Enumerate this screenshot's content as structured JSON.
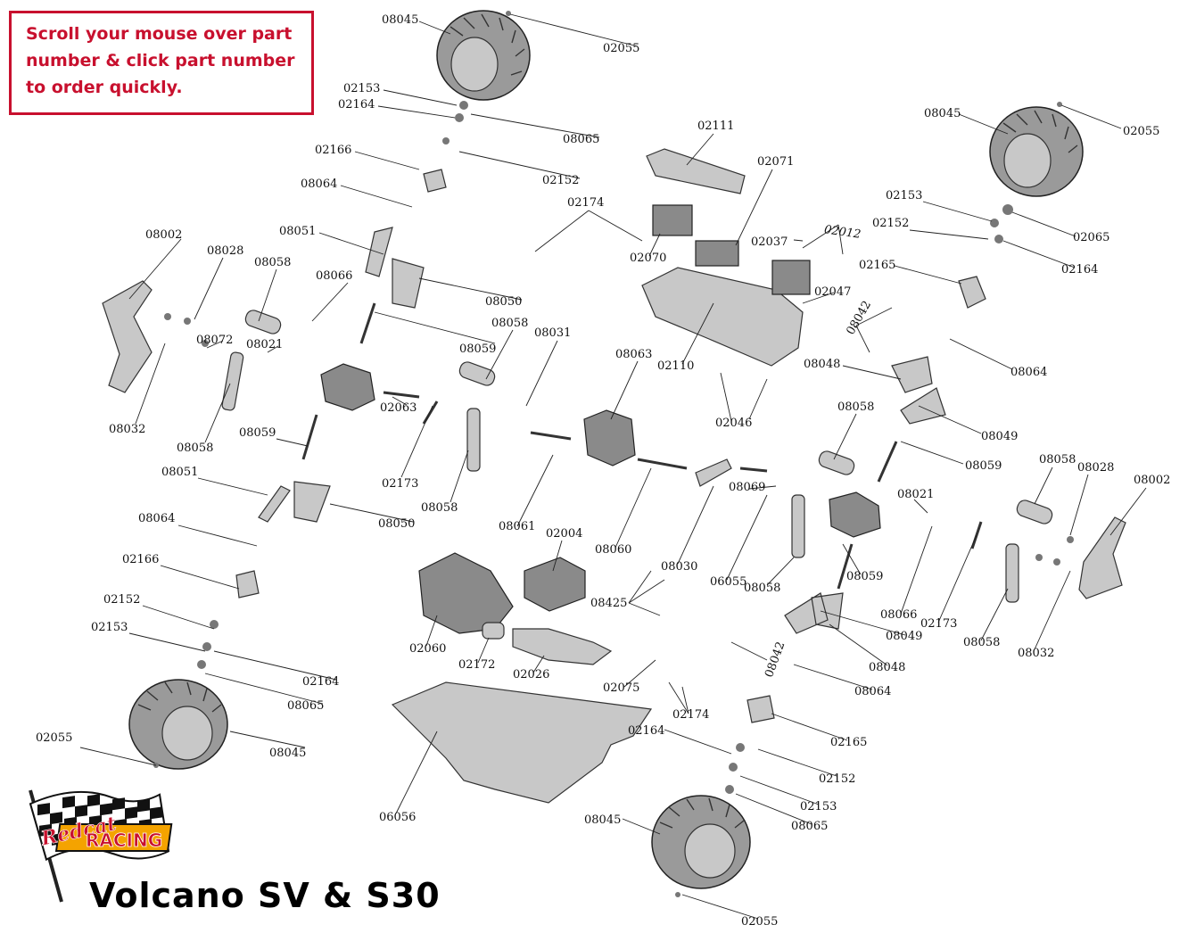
{
  "notice": {
    "line1": "Scroll your mouse over part",
    "line2": "number & click part number",
    "line3": "to order quickly."
  },
  "title": "Volcano SV & S30",
  "logo": {
    "word1": "Redcat",
    "word2": "RACING",
    "icon": "checkered-flag-icon"
  },
  "colors": {
    "accent": "#c8102e",
    "line": "#222222",
    "part_fill": "#c8c8c8"
  },
  "labels": [
    "08045",
    "02055",
    "02153",
    "02164",
    "08065",
    "02166",
    "02152",
    "08064",
    "08051",
    "08050",
    "08002",
    "08028",
    "08058",
    "08066",
    "08072",
    "08021",
    "08032",
    "08058",
    "08059",
    "08058",
    "08031",
    "08063",
    "02063",
    "02173",
    "08058",
    "08059",
    "08051",
    "08050",
    "08064",
    "02166",
    "02152",
    "02153",
    "02164",
    "08065",
    "02055",
    "08045",
    "02111",
    "02071",
    "02174",
    "02070",
    "02110",
    "02046",
    "02037",
    "02012",
    "02047",
    "08042",
    "08045",
    "02055",
    "02153",
    "02065",
    "02152",
    "02164",
    "02165",
    "08064",
    "08048",
    "08049",
    "08058",
    "08059",
    "08058",
    "08028",
    "08002",
    "08069",
    "08021",
    "08030",
    "06055",
    "08058",
    "08059",
    "08066",
    "02173",
    "08049",
    "08058",
    "08032",
    "08061",
    "02004",
    "08060",
    "08425",
    "02060",
    "02172",
    "02026",
    "02075",
    "02174",
    "08042",
    "08048",
    "08064",
    "02165",
    "02164",
    "02152",
    "02153",
    "08065",
    "06056",
    "08045",
    "02055",
    "08059"
  ]
}
